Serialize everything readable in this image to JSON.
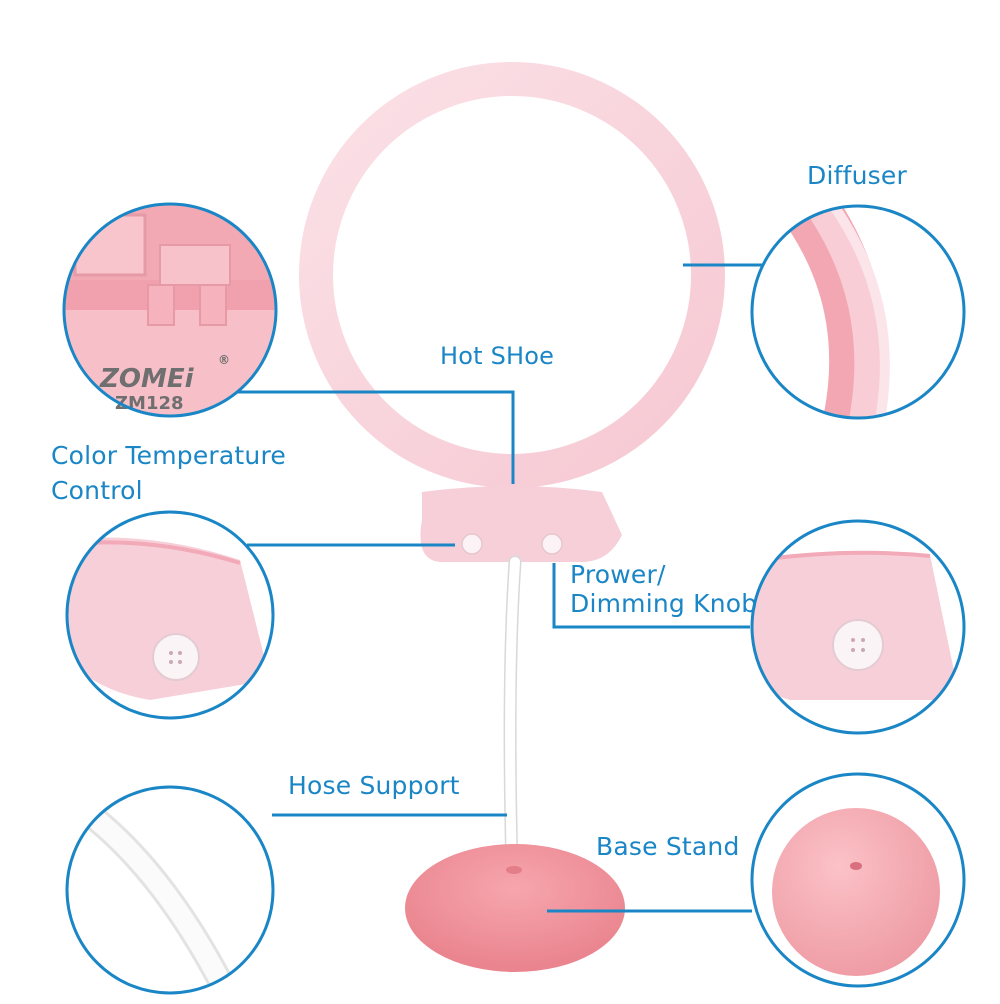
{
  "labels": {
    "diffuser": "Diffuser",
    "hot_shoe": "Hot SHoe",
    "color_temp_line1": "Color Temperature",
    "color_temp_line2": "Control",
    "power_line1": "Prower/",
    "power_line2": "Dimming Knob",
    "hose_support": "Hose Support",
    "base_stand": "Base Stand"
  },
  "product_markings": {
    "brand": "ZOMEi",
    "registered": "®",
    "model": "ZM128"
  },
  "colors": {
    "callout_blue": "#1a86c6",
    "ring_pink": "#f7cfd8",
    "base_pink": "#f49ca4",
    "hose_white": "#ffffff"
  }
}
